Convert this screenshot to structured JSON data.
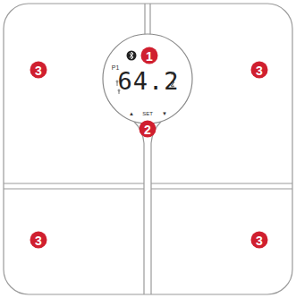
{
  "diagram": {
    "labels": [
      "1",
      "P1",
      "64.2",
      "%",
      "▲",
      "SET",
      "▼",
      "2",
      "3",
      "3",
      "3",
      "3"
    ]
  }
}
